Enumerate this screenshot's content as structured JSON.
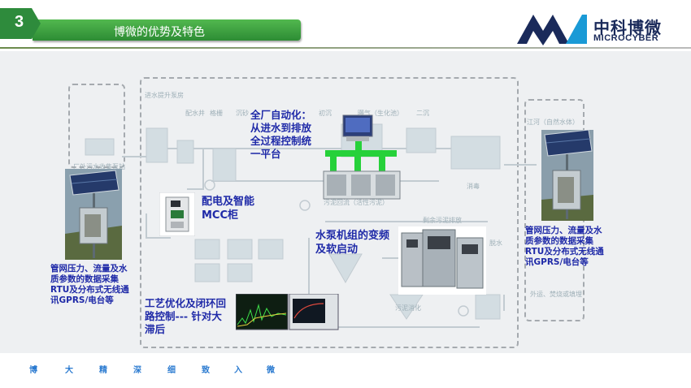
{
  "header": {
    "section_number": "3",
    "title": "博微的优势及特色",
    "logo_cn": "中科博微",
    "logo_en": "MICROCYBER"
  },
  "diagram": {
    "left_station": {
      "label": "管网压力、流量及水质参数的数据采集RTU及分布式无线通讯GPRS/电台等",
      "process_label": "厂外污水收集泵站"
    },
    "right_station": {
      "label": "管网压力、流量及水质参数的数据采集RTU及分布式无线通讯GPRS/电台等",
      "process_label": "江河（自然水体）"
    },
    "features": [
      {
        "label": "全厂自动化：从进水到排放全过程控制统一平台"
      },
      {
        "label": "配电及智能MCC柜"
      },
      {
        "label": "水泵机组的变频及软启动"
      },
      {
        "label": "工艺优化及闭环回路控制--- 针对大滞后"
      }
    ],
    "process_labels": {
      "lift": "进水提升泵房",
      "distribution": "配水井",
      "screen": "格栅",
      "sand": "沉砂",
      "primary": "初沉",
      "aeration": "曝气（生化池）",
      "secondary": "二沉",
      "disinfect": "消毒",
      "sludge_return": "污泥回流（活性污泥）",
      "excess_sludge": "剩余污泥排放",
      "dewater": "脱水",
      "digest": "污泥消化",
      "disposal": "外运、焚烧或填埋"
    }
  },
  "footer": {
    "chars": [
      "博",
      "大",
      "精",
      "深",
      "细",
      "致",
      "入",
      "微"
    ]
  },
  "colors": {
    "accent_green": "#2e8b3c",
    "title_blue": "#1f2aa8",
    "footer_blue": "#2a7ad0",
    "panel_bg": "#eef0f2"
  }
}
